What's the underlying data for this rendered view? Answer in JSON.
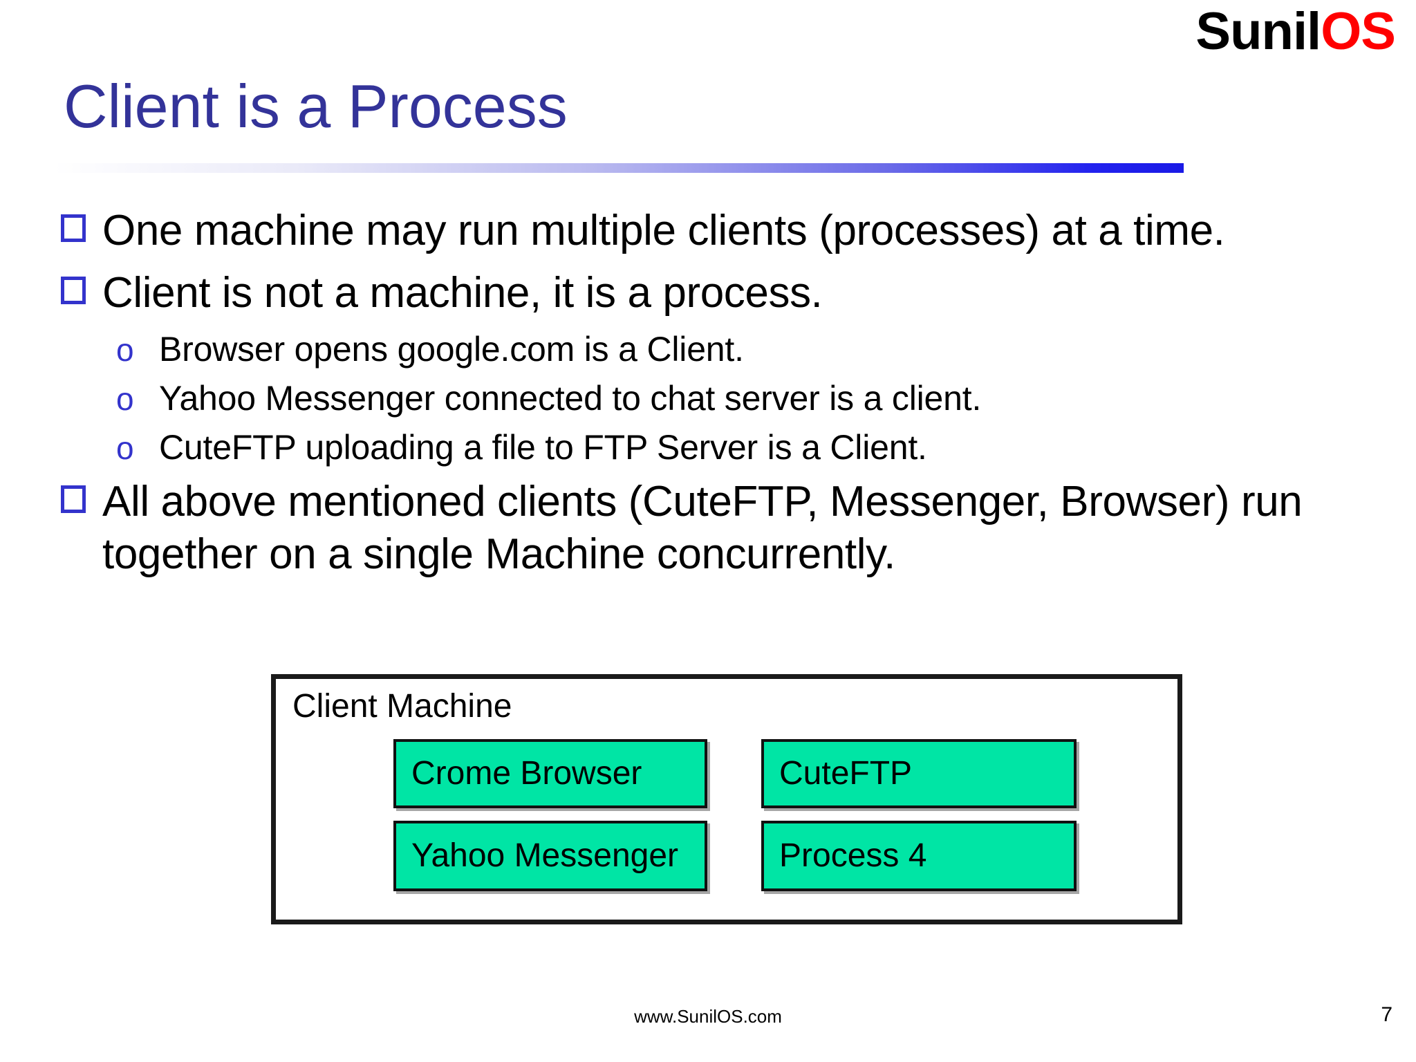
{
  "slide": {
    "logo": {
      "part1": "Sunil",
      "part2": "OS"
    },
    "title": "Client is a Process",
    "title_color": "#333399",
    "rule_color_end": "#1a1ae6",
    "bullets": [
      {
        "level": 1,
        "marker": "open-square-bullet",
        "text": "One machine may run multiple clients (processes) at a time."
      },
      {
        "level": 1,
        "marker": "open-square-bullet",
        "text": "Client is not a machine, it is a process."
      },
      {
        "level": 2,
        "marker": "o",
        "text": "Browser opens google.com is a Client."
      },
      {
        "level": 2,
        "marker": "o",
        "text": "Yahoo Messenger connected to chat server is a client."
      },
      {
        "level": 2,
        "marker": "o",
        "text": "CuteFTP uploading a file to FTP Server is a Client."
      },
      {
        "level": 1,
        "marker": "open-square-bullet",
        "text": "All above mentioned clients (CuteFTP, Messenger, Browser) run together on a single Machine concurrently."
      }
    ],
    "diagram": {
      "container_label": "Client Machine",
      "box_color": "#00e5a5",
      "border_color": "#1a1a1a",
      "processes": [
        {
          "label": "Crome Browser"
        },
        {
          "label": "CuteFTP"
        },
        {
          "label": "Yahoo Messenger"
        },
        {
          "label": "Process 4"
        }
      ]
    },
    "footer": {
      "url": "www.SunilOS.com",
      "page_number": "7"
    }
  }
}
